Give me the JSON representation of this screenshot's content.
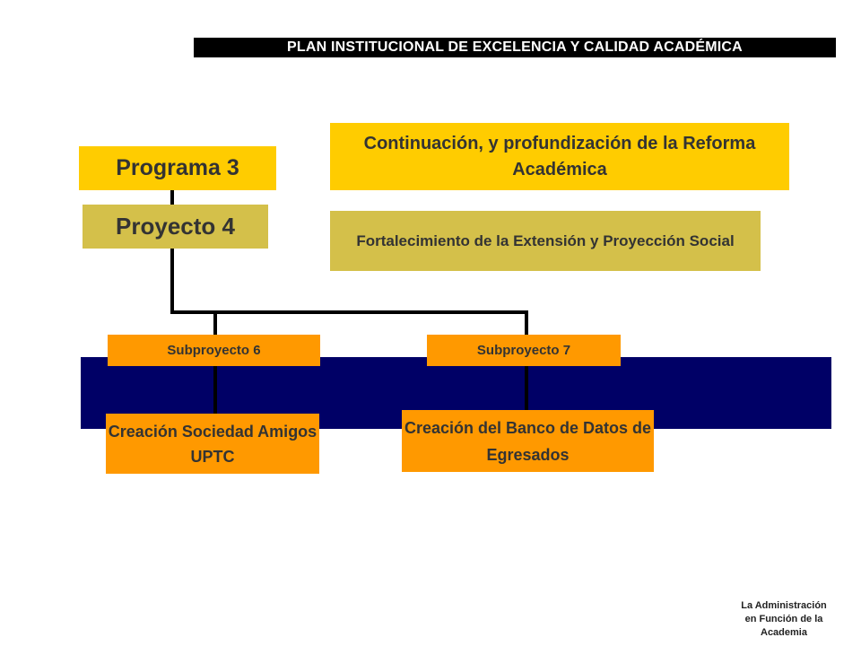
{
  "header": {
    "title": "PLAN INSTITUCIONAL DE EXCELENCIA Y CALIDAD ACADÉMICA"
  },
  "hierarchy": {
    "programa": {
      "label": "Programa 3",
      "title": "Continuación,  y profundización de la Reforma Académica"
    },
    "proyecto": {
      "label": "Proyecto 4",
      "title": "Fortalecimiento de la Extensión y Proyección Social"
    },
    "subprojects": [
      {
        "label": "Subproyecto 6",
        "title": "Creación Sociedad Amigos UPTC"
      },
      {
        "label": "Subproyecto 7",
        "title": "Creación del Banco de Datos de Egresados"
      }
    ]
  },
  "colors": {
    "gold": "#FFCC00",
    "olive": "#D4C04A",
    "orange": "#FF9900",
    "navy": "#000066",
    "text": "#333333"
  },
  "footer": {
    "text": "La Administración\nen Función de la\nAcademia"
  }
}
